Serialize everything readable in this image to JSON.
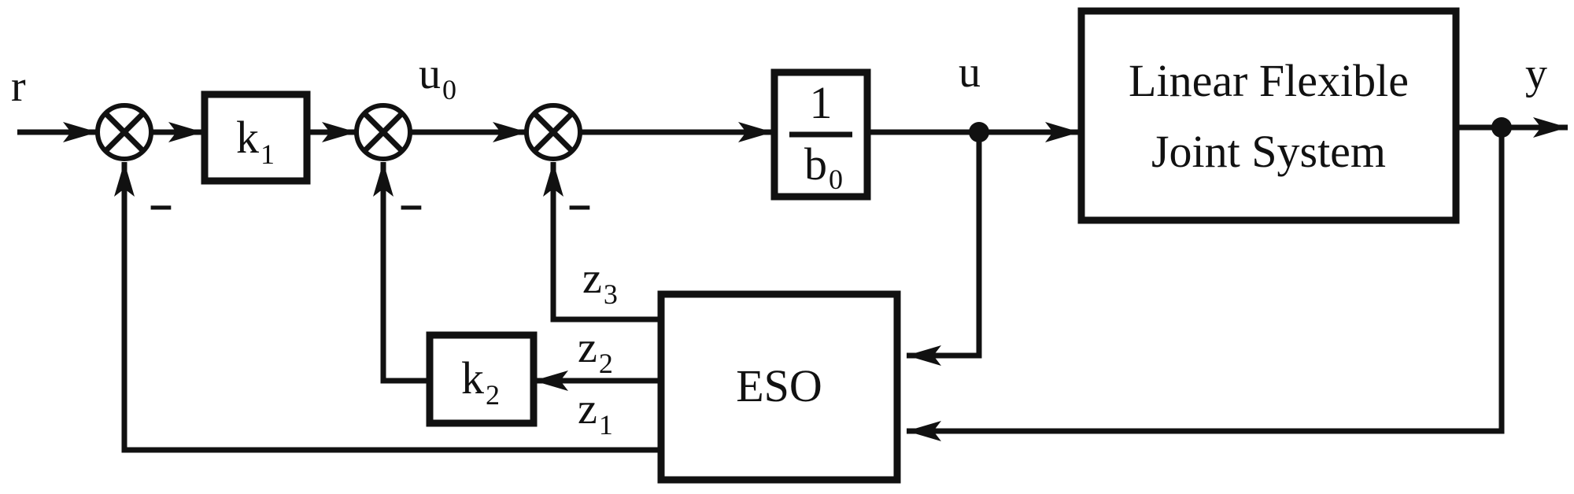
{
  "signals": {
    "r": "r",
    "u0_main": "u",
    "u0_sub": "0",
    "u": "u",
    "y": "y",
    "z3_main": "z",
    "z3_sub": "3",
    "z2_main": "z",
    "z2_sub": "2",
    "z1_main": "z",
    "z1_sub": "1"
  },
  "blocks": {
    "k1_main": "k",
    "k1_sub": "1",
    "k2_main": "k",
    "k2_sub": "2",
    "gain_num": "1",
    "gain_den_main": "b",
    "gain_den_sub": "0",
    "plant_line1": "Linear Flexible",
    "plant_line2": "Joint System",
    "eso": "ESO"
  },
  "signs": {
    "sum1": "–",
    "sum2": "–",
    "sum3": "–"
  }
}
